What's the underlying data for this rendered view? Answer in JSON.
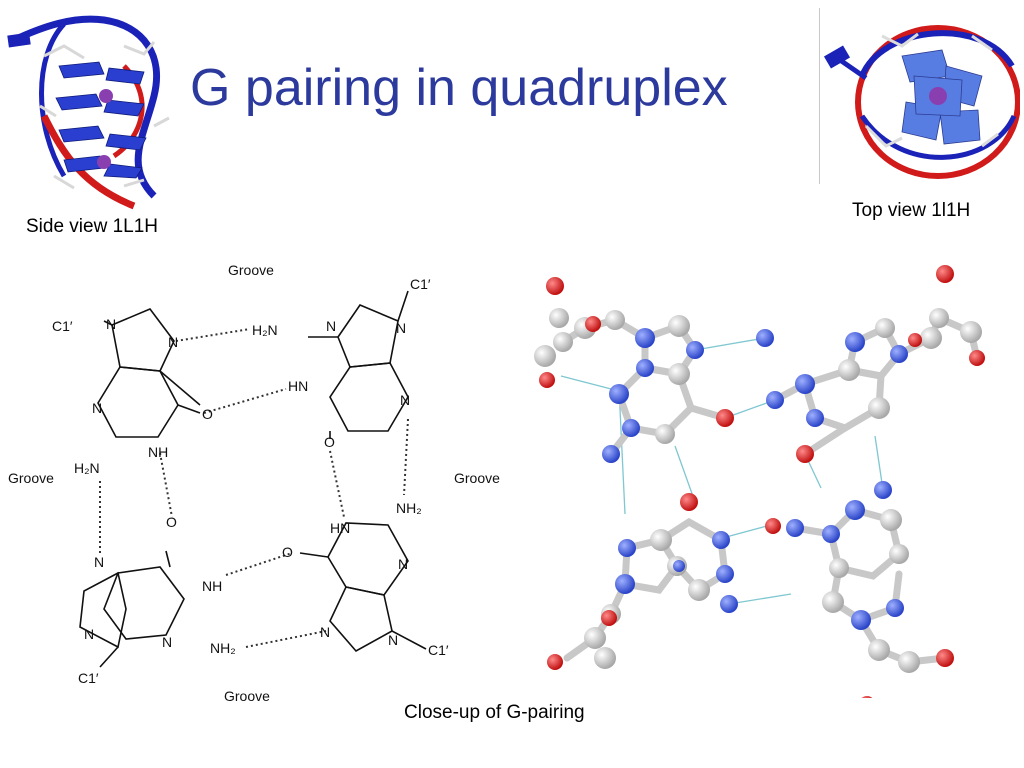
{
  "slide": {
    "title": "G pairing in quadruplex",
    "captions": {
      "side_view": "Side view 1L1H",
      "top_view": "Top view 1l1H",
      "close_up": "Close-up of G-pairing"
    }
  },
  "scheme": {
    "groove_labels": {
      "top": "Groove",
      "left": "Groove",
      "right": "Groove",
      "bottom": "Groove"
    },
    "atoms": {
      "c1": "C1′",
      "n": "N",
      "o": "O",
      "h2n": "H₂N",
      "nh2": "NH₂",
      "hn": "HN",
      "nh": "NH"
    }
  },
  "colors": {
    "title": "#2b3a9c",
    "nitrogen": "#3a55d6",
    "oxygen": "#d61a1a",
    "carbon": "#e6e6e6",
    "hbond": "#7fc7d1",
    "ribbon_blue": "#1a22b8",
    "ribbon_red": "#d11a1a",
    "ion": "#8a3fb0"
  },
  "icons": {
    "side_view_image": "g-quadruplex-side-view-icon",
    "top_view_image": "g-quadruplex-top-view-icon",
    "ball_stick_model": "g-tetrad-ball-and-stick-icon"
  }
}
